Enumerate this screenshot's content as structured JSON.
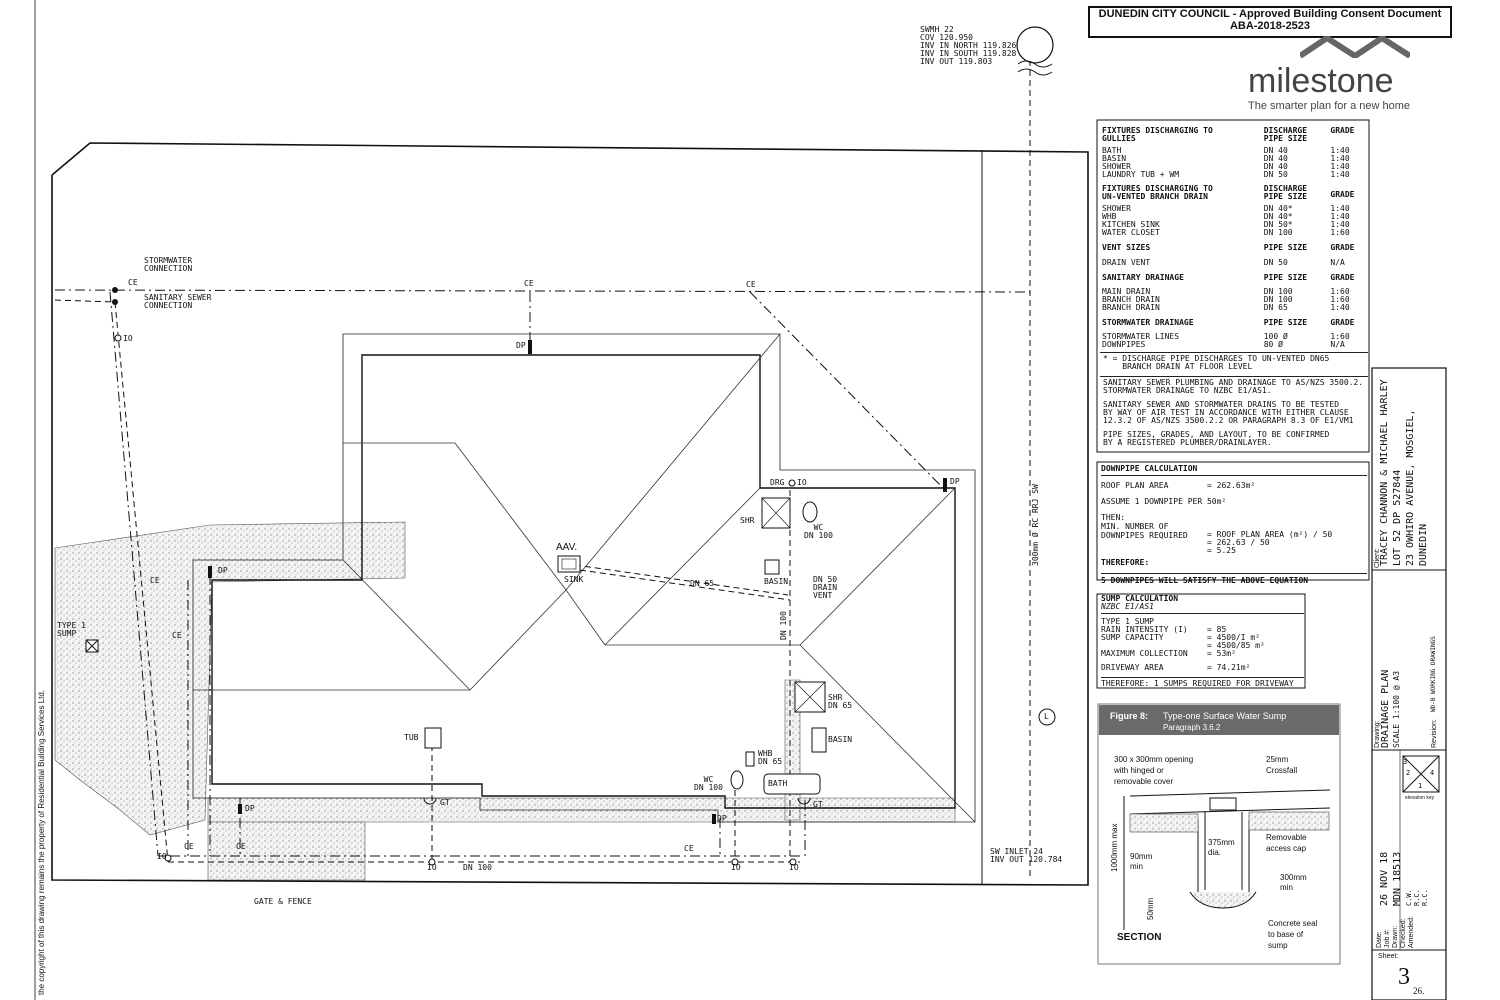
{
  "header": {
    "stamp_line1": "DUNEDIN CITY COUNCIL - Approved Building Consent Document",
    "stamp_line2": "ABA-2018-2523",
    "logo_word": "milestone",
    "logo_tagline": "The smarter plan for a new home"
  },
  "manhole": {
    "id": "SWMH 22",
    "cov": "COV 120.950",
    "inv_north": "INV IN NORTH 119.826",
    "inv_south": "INV IN SOUTH 119.828",
    "inv_out": "INV OUT 119.803"
  },
  "plan_labels": {
    "stormwater_connection": "STORMWATER\nCONNECTION",
    "sanitary_connection": "SANITARY SEWER\nCONNECTION",
    "ce": "CE",
    "io": "IO",
    "dp": "DP",
    "gt": "GT",
    "type1_sump": "TYPE 1\nSUMP",
    "aav": "AAV.",
    "sink": "SINK",
    "dn65": "DN 65",
    "dn100": "DN 100",
    "basin": "BASIN",
    "dn50_vent": "DN 50\nDRAIN\nVENT",
    "shr": "SHR",
    "wc_dn100": "WC\nDN 100",
    "drg": "DRG",
    "shr_dn65": "SHR\nDN 65",
    "tub": "TUB",
    "whb_dn65": "WHB\nDN 65",
    "bath": "BATH",
    "wc_dn100_b": "WC\nDN 100",
    "sw_line": "300mm Ø RC RRJ SW",
    "sw_inlet": "SW INLET 24\nINV OUT 120.784",
    "gate_fence": "GATE & FENCE",
    "l_marker": "L",
    "copyright": "the copyright of this drawing remains the property of Residential Building Services Ltd."
  },
  "spec_table": {
    "sec1_title": "FIXTURES DISCHARGING TO\nGULLIES",
    "sec1_col2": "DISCHARGE\nPIPE SIZE",
    "sec1_col3": "GRADE",
    "sec1_rows": [
      [
        "BATH",
        "DN 40",
        "1:40"
      ],
      [
        "BASIN",
        "DN 40",
        "1:40"
      ],
      [
        "SHOWER",
        "DN 40",
        "1:40"
      ],
      [
        "LAUNDRY TUB + WM",
        "DN 50",
        "1:40"
      ]
    ],
    "sec2_title": "FIXTURES DISCHARGING TO\nUN-VENTED BRANCH DRAIN",
    "sec2_col2": "DISCHARGE\nPIPE SIZE",
    "sec2_col3": "GRADE",
    "sec2_rows": [
      [
        "SHOWER",
        "DN 40*",
        "1:40"
      ],
      [
        "WHB",
        "DN 40*",
        "1:40"
      ],
      [
        "KITCHEN SINK",
        "DN 50*",
        "1:40"
      ],
      [
        "WATER CLOSET",
        "DN 100",
        "1:60"
      ]
    ],
    "sec3_title": "VENT SIZES",
    "sec3_col2": "PIPE SIZE",
    "sec3_col3": "GRADE",
    "sec3_rows": [
      [
        "DRAIN VENT",
        "DN 50",
        "N/A"
      ]
    ],
    "sec4_title": "SANITARY DRAINAGE",
    "sec4_col2": "PIPE SIZE",
    "sec4_col3": "GRADE",
    "sec4_rows": [
      [
        "MAIN DRAIN",
        "DN 100",
        "1:60"
      ],
      [
        "BRANCH DRAIN",
        "DN 100",
        "1:60"
      ],
      [
        "BRANCH DRAIN",
        "DN 65",
        "1:40"
      ]
    ],
    "sec5_title": "STORMWATER DRAINAGE",
    "sec5_col2": "PIPE SIZE",
    "sec5_col3": "GRADE",
    "sec5_rows": [
      [
        "STORMWATER LINES",
        "100 Ø",
        "1:60"
      ],
      [
        "DOWNPIPES",
        "80 Ø",
        "N/A"
      ]
    ],
    "footnote": "* = DISCHARGE PIPE DISCHARGES TO UN-VENTED DN65\n    BRANCH DRAIN AT FLOOR LEVEL",
    "note1": "SANITARY SEWER PLUMBING AND DRAINAGE TO AS/NZS 3500.2.\nSTORMWATER DRAINAGE TO NZBC E1/AS1.",
    "note2": "SANITARY SEWER AND STORMWATER DRAINS TO BE TESTED\nBY WAY OF AIR TEST IN ACCORDANCE WITH EITHER CLAUSE\n12.3.2 OF AS/NZS 3500.2.2 OR PARAGRAPH 8.3 OF E1/VM1",
    "note3": "PIPE SIZES, GRADES, AND LAYOUT, TO BE CONFIRMED\nBY A REGISTERED PLUMBER/DRAINLAYER."
  },
  "downpipe_calc": {
    "title": "DOWNPIPE CALCULATION",
    "roof_label": "ROOF PLAN AREA",
    "roof_value": "= 262.63m²",
    "assume": "ASSUME 1 DOWNPIPE PER 50m²",
    "then": "THEN:",
    "min_label": "MIN. NUMBER OF\nDOWNPIPES REQUIRED",
    "min_value": "= ROOF PLAN AREA (m²) / 50\n= 262.63 / 50\n= 5.25",
    "therefore": "THEREFORE:",
    "result": "5 DOWNPIPES WILL SATISFY THE ABOVE EQUATION"
  },
  "sump_calc": {
    "title": "SUMP CALCULATION",
    "subtitle": "NZBC E1/AS1",
    "type": "TYPE 1 SUMP",
    "rain_label": "RAIN INTENSITY (I)",
    "rain_value": "= 85",
    "cap_label": "SUMP CAPACITY",
    "cap_value": "= 4500/I m²\n= 4500/85 m²",
    "max_label": "MAXIMUM COLLECTION",
    "max_value": "= 53m²",
    "drive_label": "DRIVEWAY AREA",
    "drive_value": "= 74.21m²",
    "result": "THEREFORE: 1 SUMPS REQUIRED FOR DRIVEWAY"
  },
  "figure8": {
    "fig_no": "Figure 8:",
    "fig_title": "Type-one Surface Water Sump",
    "fig_para": "Paragraph 3.6.2",
    "opening": "300 x 300mm opening\nwith hinged or\nremovable cover",
    "crossfall": "25mm\nCrossfall",
    "depth": "1000mm max",
    "dia": "375mm\ndia.",
    "cap": "Removable\naccess cap",
    "mm90": "90mm\nmin",
    "mm300": "300mm\nmin",
    "mm50": "50mm",
    "seal": "Concrete seal\nto base of\nsump",
    "section": "SECTION"
  },
  "title_block": {
    "client_label": "Client:",
    "client_name": "TRACEY CHANNON & MICHAEL HARLEY",
    "lot": "LOT 52 DP 527844",
    "address": "23 OWHIRO AVENUE, MOSGIEL,",
    "city": "DUNEDIN",
    "drawing_label": "Drawing:",
    "drawing_title": "DRAINAGE PLAN",
    "scale": "SCALE 1:100 @ A3",
    "revision_label": "Revision:",
    "revision": "WD-B WORKING DRAWINGS",
    "date_label": "Date:",
    "date": "26 NOV 18",
    "job_label": "Job #:",
    "job": "MDN 18513",
    "drawn_label": "Drawn:",
    "drawn": "C.W.",
    "checked_label": "Checked:",
    "checked": "R.C.",
    "amended_label": "Amended:",
    "amended": "R.C.",
    "sheet_label": "Sheet:",
    "sheet_no": "3",
    "sheet_total": "26.",
    "elev_nums": [
      "3",
      "2",
      "4",
      "1"
    ],
    "elev_key": "elevation key"
  }
}
